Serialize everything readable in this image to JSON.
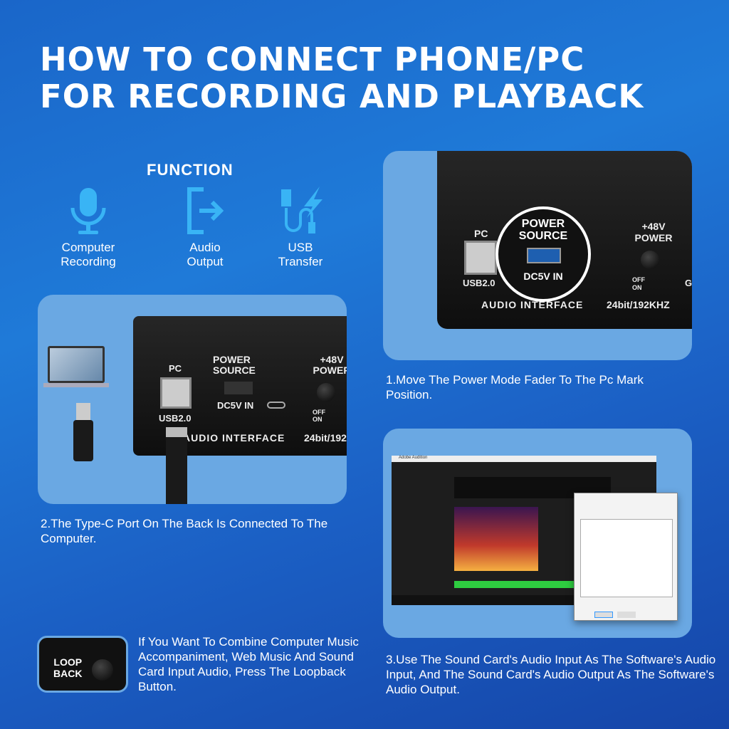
{
  "title": {
    "line1": "HOW TO CONNECT PHONE/PC",
    "line2": "FOR RECORDING AND PLAYBACK"
  },
  "function": {
    "heading": "FUNCTION",
    "items": [
      {
        "icon": "microphone-icon",
        "line1": "Computer",
        "line2": "Recording"
      },
      {
        "icon": "output-arrow-icon",
        "line1": "Audio",
        "line2": "Output"
      },
      {
        "icon": "usb-cable-icon",
        "line1": "USB",
        "line2": "Transfer"
      }
    ]
  },
  "device": {
    "pc": "PC",
    "usb": "USB2.0",
    "power_source": "POWER SOURCE",
    "dc5v": "DC5V IN",
    "phantom": "+48V POWER",
    "off": "OFF",
    "on": "ON",
    "audio_interface": "AUDIO INTERFACE",
    "spec": "24bit/192KHZ",
    "ground": "GROU"
  },
  "steps": [
    {
      "text": "1.Move The Power Mode Fader To The Pc Mark Position."
    },
    {
      "text": "2.The Type-C Port On The Back Is Connected To The Computer."
    },
    {
      "text": "3.Use The Sound Card's Audio Input As The Software's Audio Input, And The Sound Card's Audio Output As The Software's Audio Output."
    }
  ],
  "loopback": {
    "button_label_1": "LOOP",
    "button_label_2": "BACK",
    "text": "If You Want To Combine Computer Music Accompaniment, Web Music And Sound Card Input Audio, Press The Loopback Button."
  },
  "software": {
    "app_title": "Adobe Audition"
  },
  "colors": {
    "accent_icon": "#39b4f5",
    "card": "#6aa8e3"
  }
}
